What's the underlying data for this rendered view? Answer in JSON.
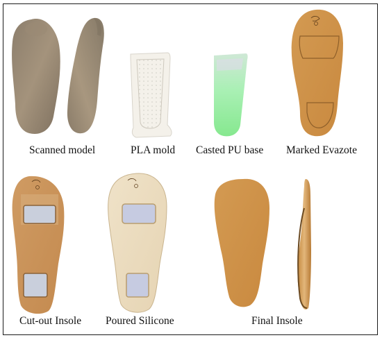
{
  "figure": {
    "captions": [
      "Scanned model",
      "PLA mold",
      "Casted PU base",
      "Marked Evazote",
      "Cut-out Insole",
      "Poured Silicone",
      "Final Insole"
    ]
  }
}
